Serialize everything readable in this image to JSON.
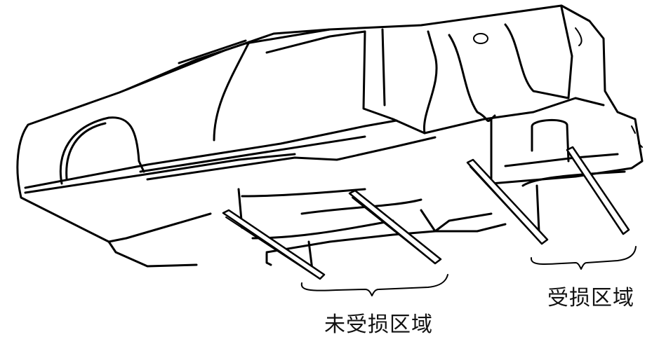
{
  "diagram": {
    "subject": "car body on measuring support stands",
    "stroke_color": "#000000",
    "background": "#ffffff",
    "labels": {
      "undamaged_area": "未受损区域",
      "damaged_area": "受损区域"
    },
    "stands": [
      {
        "id": 1,
        "group": "undamaged"
      },
      {
        "id": 2,
        "group": "undamaged"
      },
      {
        "id": 3,
        "group": "damaged"
      },
      {
        "id": 4,
        "group": "damaged"
      }
    ]
  }
}
